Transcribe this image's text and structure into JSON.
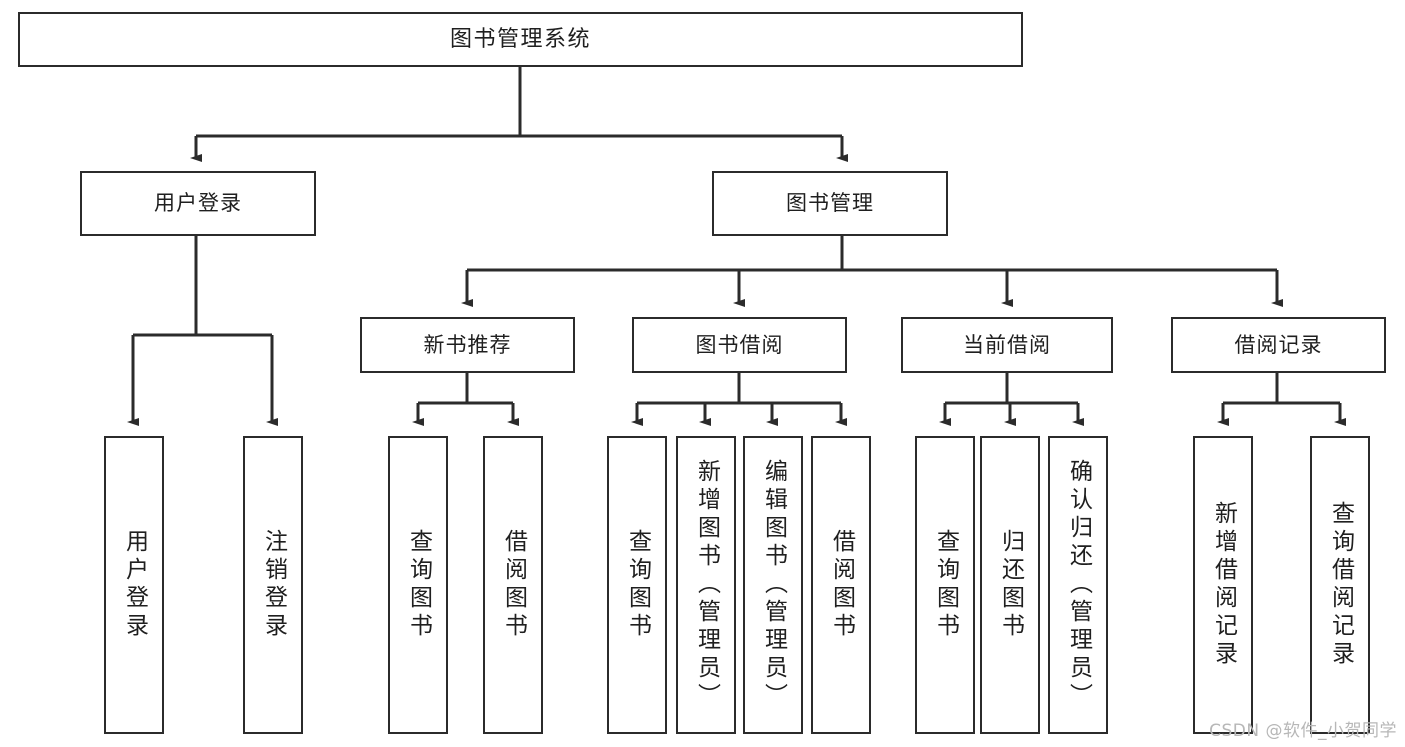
{
  "diagram": {
    "title": "图书管理系统",
    "type": "tree",
    "watermark": "CSDN @软件_小贺同学",
    "colors": {
      "border": "#2b2b2b",
      "text": "#1f1f1f",
      "background": "#ffffff",
      "edge": "#2b2b2b",
      "watermark": "#b7b7b7"
    },
    "root": {
      "label": "图书管理系统"
    },
    "level1": [
      {
        "label": "用户登录"
      },
      {
        "label": "图书管理"
      }
    ],
    "level2": [
      {
        "label": "新书推荐"
      },
      {
        "label": "图书借阅"
      },
      {
        "label": "当前借阅"
      },
      {
        "label": "借阅记录"
      }
    ],
    "leaves": {
      "user_login": [
        {
          "label": "用户登录"
        },
        {
          "label": "注销登录"
        }
      ],
      "new_book_recommend": [
        {
          "label": "查询图书"
        },
        {
          "label": "借阅图书"
        }
      ],
      "book_borrow": [
        {
          "label": "查询图书"
        },
        {
          "label": "新增图书（管理员）"
        },
        {
          "label": "编辑图书（管理员）"
        },
        {
          "label": "借阅图书"
        }
      ],
      "current_borrow": [
        {
          "label": "查询图书"
        },
        {
          "label": "归还图书"
        },
        {
          "label": "确认归还（管理员）"
        }
      ],
      "borrow_record": [
        {
          "label": "新增借阅记录"
        },
        {
          "label": "查询借阅记录"
        }
      ]
    }
  }
}
